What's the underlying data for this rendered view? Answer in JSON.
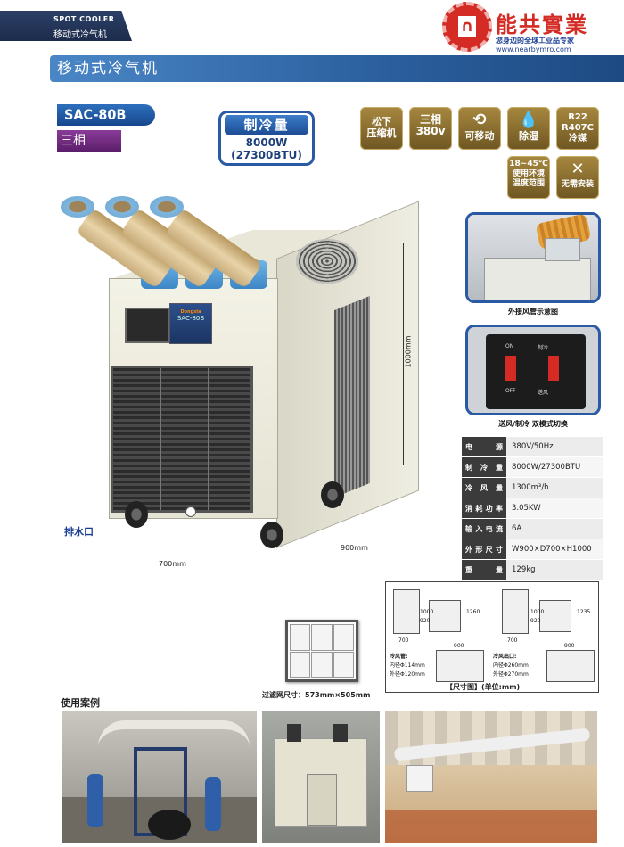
{
  "header": {
    "tag_en": "SPOT COOLER",
    "tag_cn": "移动式冷气机",
    "brand_name": "能共實業",
    "brand_slogan": "您身边的全球工业品专家",
    "brand_url": "www.nearbymro.com",
    "page_title": "移动式冷气机"
  },
  "product": {
    "model": "SAC-80B",
    "phase": "三相 380V",
    "capacity_title": "制冷量",
    "capacity_w": "8000W",
    "capacity_btu": "(27300BTU)",
    "features": [
      {
        "label": "松下\n压缩机",
        "icon": "compressor-icon"
      },
      {
        "label": "三相\n380v",
        "icon": "power-icon"
      },
      {
        "label": "可移动",
        "icon": "movable-icon"
      },
      {
        "label": "除湿",
        "icon": "droplets-icon"
      },
      {
        "label": "R22\nR407C\n冷媒",
        "icon": "refrigerant-icon"
      },
      {
        "label": "18~45℃\n使用环境\n温度范围",
        "icon": "temperature-icon"
      },
      {
        "label": "无需安装",
        "icon": "wrench-icon"
      }
    ],
    "plate_brand": "Dongxia",
    "plate_model": "SAC-80B",
    "drain_label": "排水口",
    "dim_height": "1000mm",
    "dim_depth": "900mm",
    "dim_width": "700mm"
  },
  "details": {
    "photo1_caption": "外接风管示意图",
    "photo2_caption": "送风/制冷 双模式切换",
    "switch_on": "ON",
    "switch_off": "OFF",
    "switch_left": "制冷",
    "switch_right": "送风"
  },
  "specs": [
    {
      "key": "电源",
      "value": "380V/50Hz"
    },
    {
      "key": "制冷量",
      "value": "8000W/27300BTU"
    },
    {
      "key": "冷风量",
      "value": "1300m³/h"
    },
    {
      "key": "消耗功率",
      "value": "3.05KW"
    },
    {
      "key": "输入电流",
      "value": "6A"
    },
    {
      "key": "外形尺寸",
      "value": "W900×D700×H1000"
    },
    {
      "key": "重量",
      "value": "129kg"
    }
  ],
  "dim_drawing": {
    "left_w": "700",
    "left_h1": "1000",
    "left_h2": "920",
    "left_h3": "1260",
    "left_d": "900",
    "right_w": "700",
    "right_h1": "1000",
    "right_h2": "920",
    "right_h3": "1235",
    "right_d": "900",
    "left_note_title": "冷风管:",
    "left_note_1": "内径Φ114mm",
    "left_note_2": "外径Φ120mm",
    "right_note_title": "冷风出口:",
    "right_note_1": "内径Φ260mm",
    "right_note_2": "外径Φ270mm",
    "caption": "【尺寸图】(单位:mm)"
  },
  "filter": {
    "caption": "过滤网尺寸：573mm×505mm"
  },
  "cases": {
    "title": "使用案例"
  }
}
